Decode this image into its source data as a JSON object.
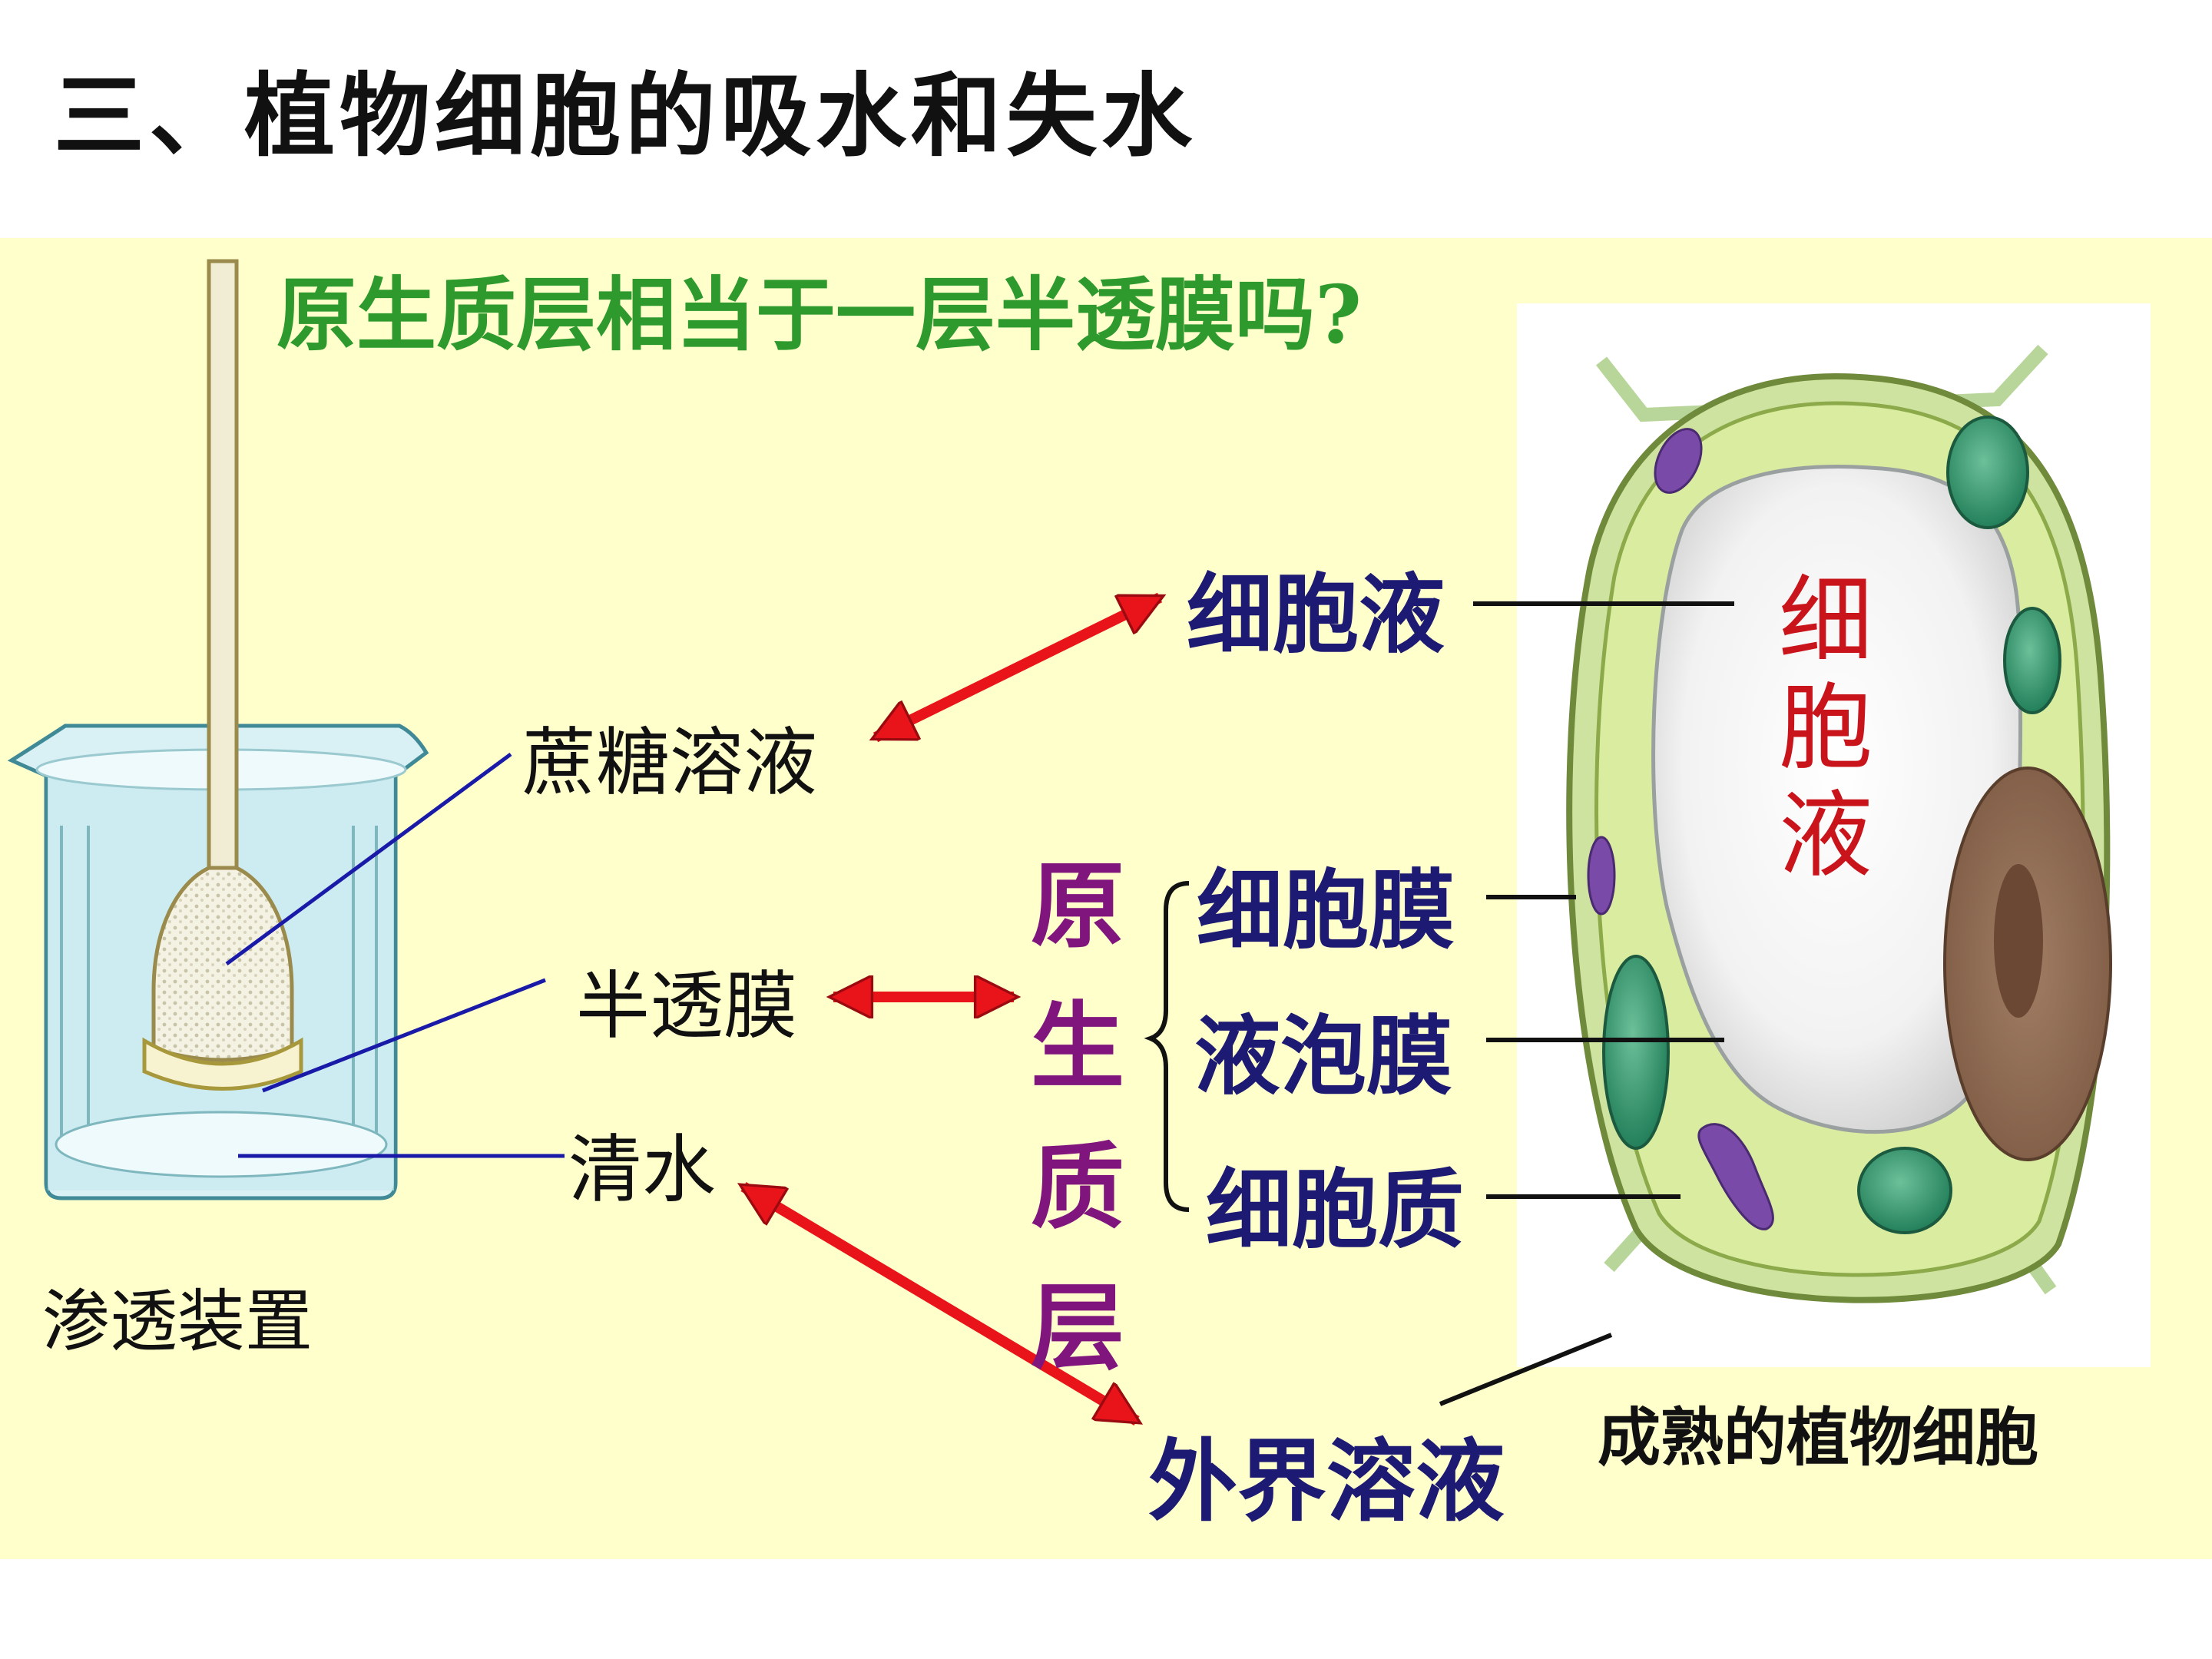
{
  "title": "三、植物细胞的吸水和失水",
  "question": "原生质层相当于一层半透膜吗?",
  "osmosis_device": {
    "sucrose_solution": "蔗糖溶液",
    "semi_permeable_membrane": "半透膜",
    "clear_water": "清水",
    "caption": "渗透装置"
  },
  "plant_cell": {
    "cell_sap": "细胞液",
    "cell_membrane": "细胞膜",
    "vacuole_membrane": "液泡膜",
    "cytoplasm": "细胞质",
    "protoplast_layer": "原生质层",
    "cell_sap_vertical": "细胞液",
    "external_solution": "外界溶液",
    "caption": "成熟的植物细胞"
  },
  "colors": {
    "title": "#111111",
    "question": "#2e9a2e",
    "panel_background": "#ffffcc",
    "label_navy": "#1c1a72",
    "protoplast": "#80157e",
    "cell_sap_red": "#c8141a",
    "arrow_red": "#e8141a",
    "leader_blue": "#1a1aa8"
  }
}
